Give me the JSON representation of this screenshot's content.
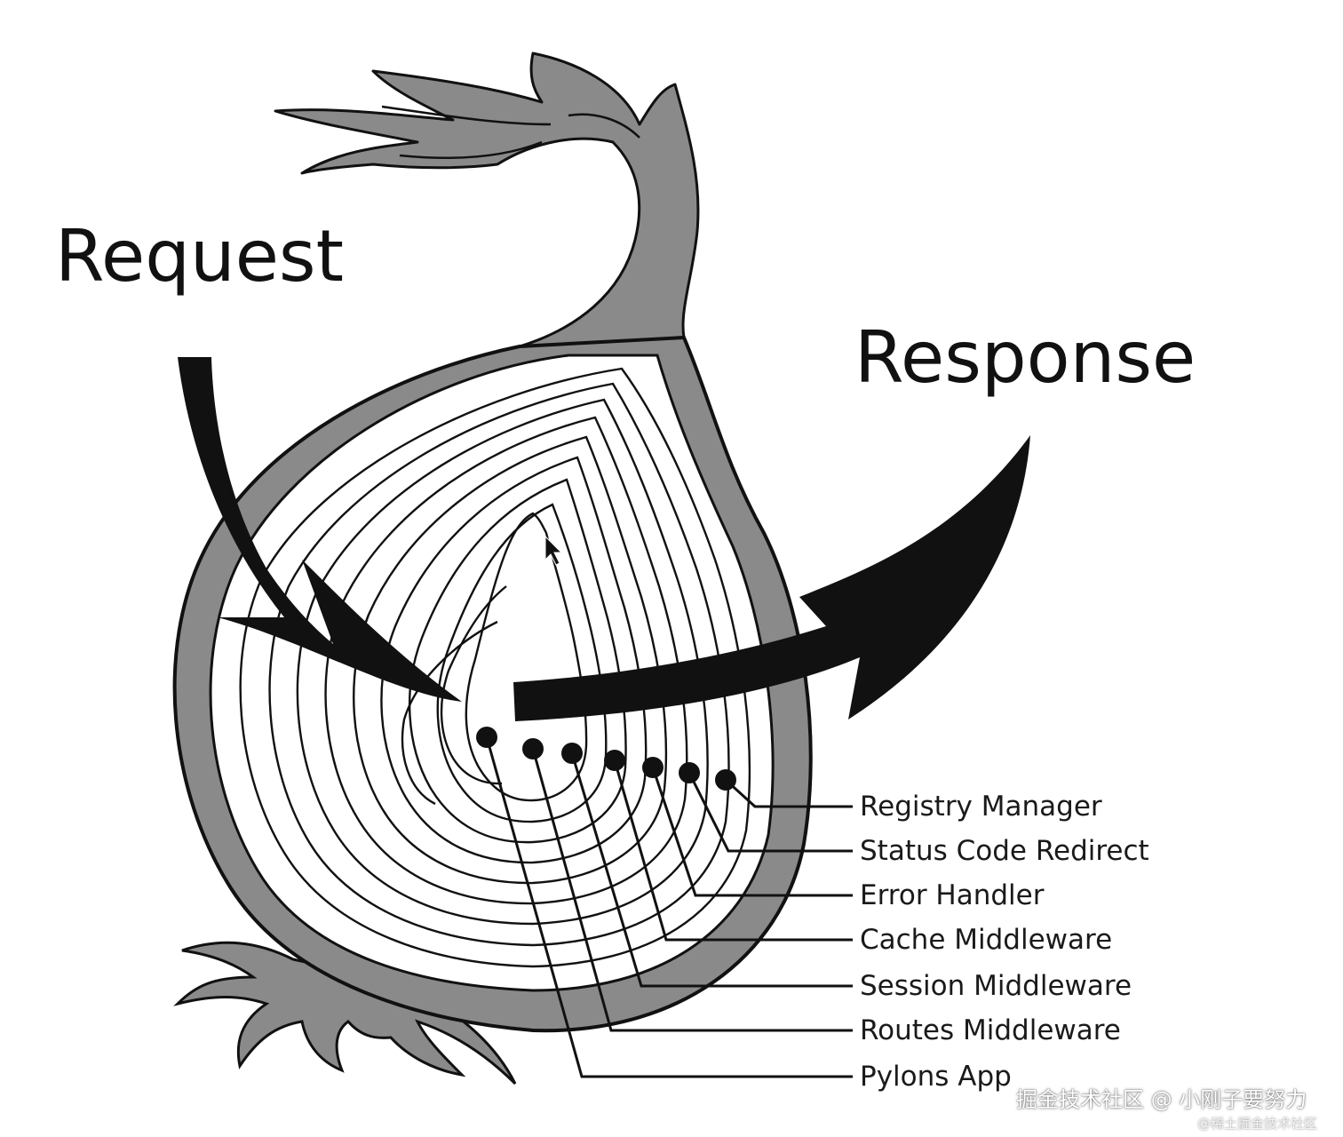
{
  "labels": {
    "request": "Request",
    "response": "Response"
  },
  "layers": [
    "Registry Manager",
    "Status Code Redirect",
    "Error Handler",
    "Cache Middleware",
    "Session Middleware",
    "Routes Middleware",
    "Pylons App"
  ],
  "watermark": {
    "main": "掘金技术社区 @ 小刚子要努力",
    "sub": "@稀土掘金技术社区"
  },
  "colors": {
    "ink": "#111111",
    "skin": "#8a8a8a",
    "background": "#ffffff"
  },
  "icons": {
    "cursor": "mouse-pointer-icon"
  }
}
